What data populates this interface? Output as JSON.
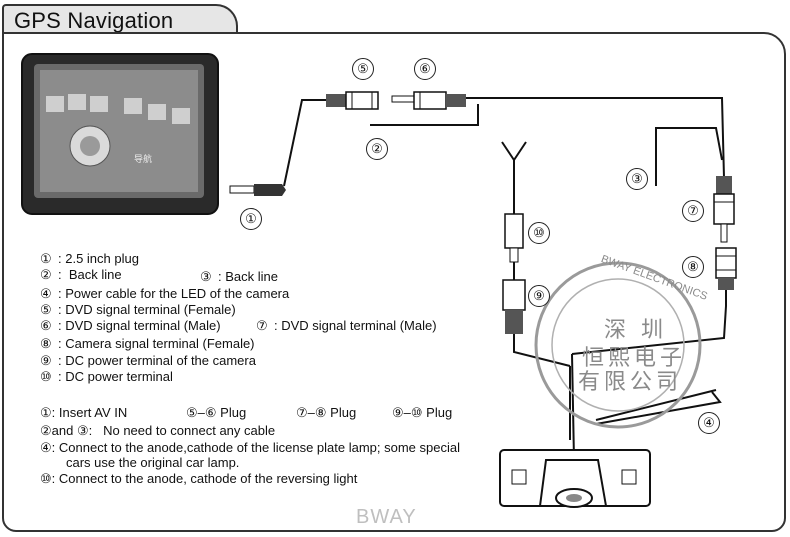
{
  "header": {
    "title": "GPS Navigation"
  },
  "callouts": {
    "c1": "①",
    "c2": "②",
    "c3": "③",
    "c4": "④",
    "c5": "⑤",
    "c6": "⑥",
    "c7": "⑦",
    "c8": "⑧",
    "c9": "⑨",
    "c10": "⑩"
  },
  "legend": [
    {
      "num": "①",
      "text": "2.5 inch plug"
    },
    {
      "num": "②",
      "text": "Back line"
    },
    {
      "num": "③",
      "text": "Back line"
    },
    {
      "num": "④",
      "text": "Power cable for the LED of the camera"
    },
    {
      "num": "⑤",
      "text": "DVD signal terminal (Female)"
    },
    {
      "num": "⑥",
      "text": "DVD signal terminal (Male)"
    },
    {
      "num": "⑦",
      "text": "DVD signal terminal (Male)"
    },
    {
      "num": "⑧",
      "text": "Camera signal terminal (Female)"
    },
    {
      "num": "⑨",
      "text": "DC power terminal of the camera"
    },
    {
      "num": "⑩",
      "text": "DC power terminal"
    }
  ],
  "instructions": {
    "insert_av": "Insert AV IN",
    "plug_56": "⑤–⑥ Plug",
    "plug_78": "⑦–⑧ Plug",
    "plug_910": "⑨–⑩ Plug",
    "no_connect": "No need to connect any cable",
    "and_word": "and",
    "anode_lamp_1": "Connect to the anode,cathode of the license plate lamp; some special",
    "anode_lamp_2": "cars use the original car lamp.",
    "anode_reverse": "Connect to the anode, cathode of the reversing light"
  },
  "watermark": {
    "text": "BWAY"
  },
  "seal": {
    "line1": "深 圳",
    "line2": "恒熙电子",
    "line3": "有限公司",
    "ring": "BWAY ELECTRONICS"
  },
  "colors": {
    "line": "#111111",
    "frame": "#333333",
    "watermark": "#bfbfbf",
    "tab": "#e6e6e6"
  }
}
